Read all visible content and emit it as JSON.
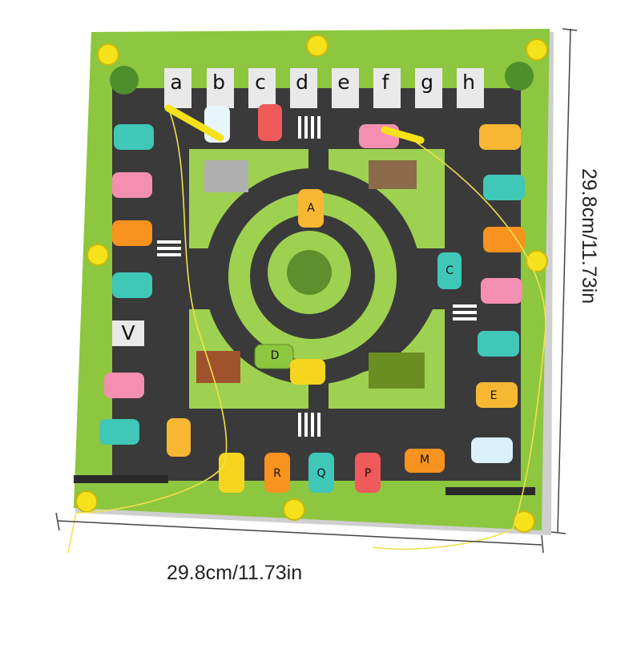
{
  "product": {
    "width_label": "29.8cm/11.73in",
    "height_label": "29.8cm/11.73in"
  },
  "board": {
    "top_letters": [
      "a",
      "b",
      "c",
      "d",
      "e",
      "f",
      "g",
      "h"
    ],
    "left_slot_letter": "V",
    "car_letters": [
      "A",
      "D",
      "C",
      "E",
      "R",
      "Q",
      "P",
      "M"
    ]
  },
  "colors": {
    "board_green": "#8dc63f",
    "road": "#3a3a3a",
    "knob_yellow": "#f5e21a"
  }
}
